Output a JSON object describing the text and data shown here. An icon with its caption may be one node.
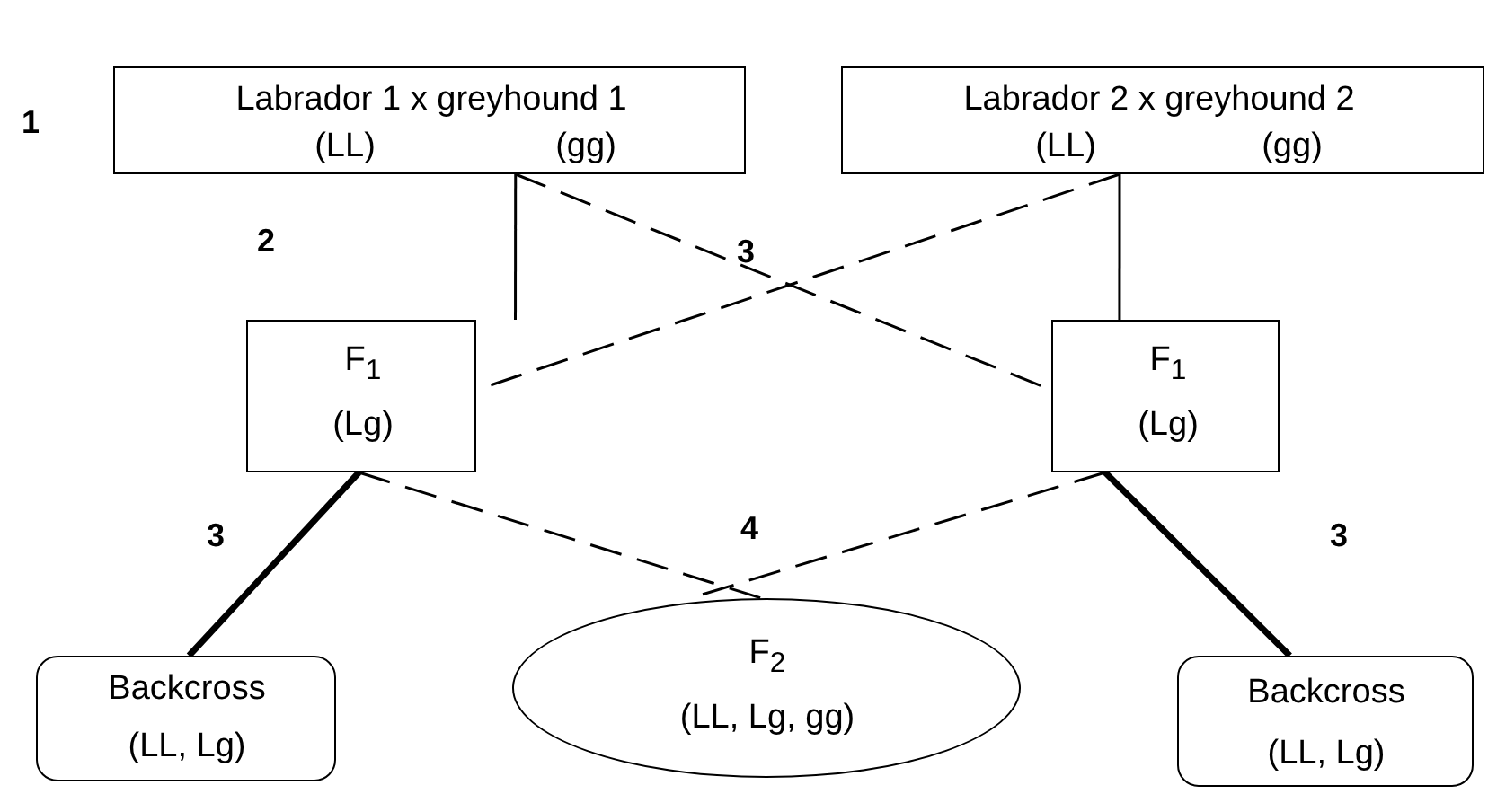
{
  "diagram": {
    "nodes": [
      {
        "text": [
          "Labrador 1 x greyhound 1",
          "(LL)",
          "(gg)"
        ]
      },
      {
        "text": [
          "Labrador 2 x greyhound 2",
          "(LL)",
          "(gg)"
        ]
      },
      {
        "text": [
          "F$_{1}$",
          "(Lg)"
        ]
      },
      {
        "text": [
          "F$_{1}$",
          "(Lg)"
        ]
      },
      {
        "text": [
          "Backcross",
          "(LL, Lg)"
        ]
      },
      {
        "text": [
          "F$_{2}$",
          "(LL, Lg, gg)"
        ]
      },
      {
        "text": [
          "Backcross",
          "(LL, Lg)"
        ]
      }
    ],
    "edges": [
      {
        "from": 0,
        "to": 2,
        "arrow": "none"
      },
      {
        "from": 1,
        "to": 3,
        "arrow": "none"
      },
      {
        "from": 0,
        "to": 3,
        "arrow": "none",
        "style": "dashed"
      },
      {
        "from": 1,
        "to": 2,
        "arrow": "none",
        "style": "dashed"
      },
      {
        "from": 2,
        "to": 4,
        "arrow": "none",
        "style": "thick"
      },
      {
        "from": 2,
        "to": 5,
        "arrow": "none",
        "style": "dashed"
      },
      {
        "from": 3,
        "to": 5,
        "arrow": "none",
        "style": "dashed"
      },
      {
        "from": 3,
        "to": 6,
        "arrow": "none",
        "style": "thick"
      }
    ],
    "labels": [
      "1",
      "2",
      "3",
      "3",
      "4",
      "3"
    ]
  }
}
